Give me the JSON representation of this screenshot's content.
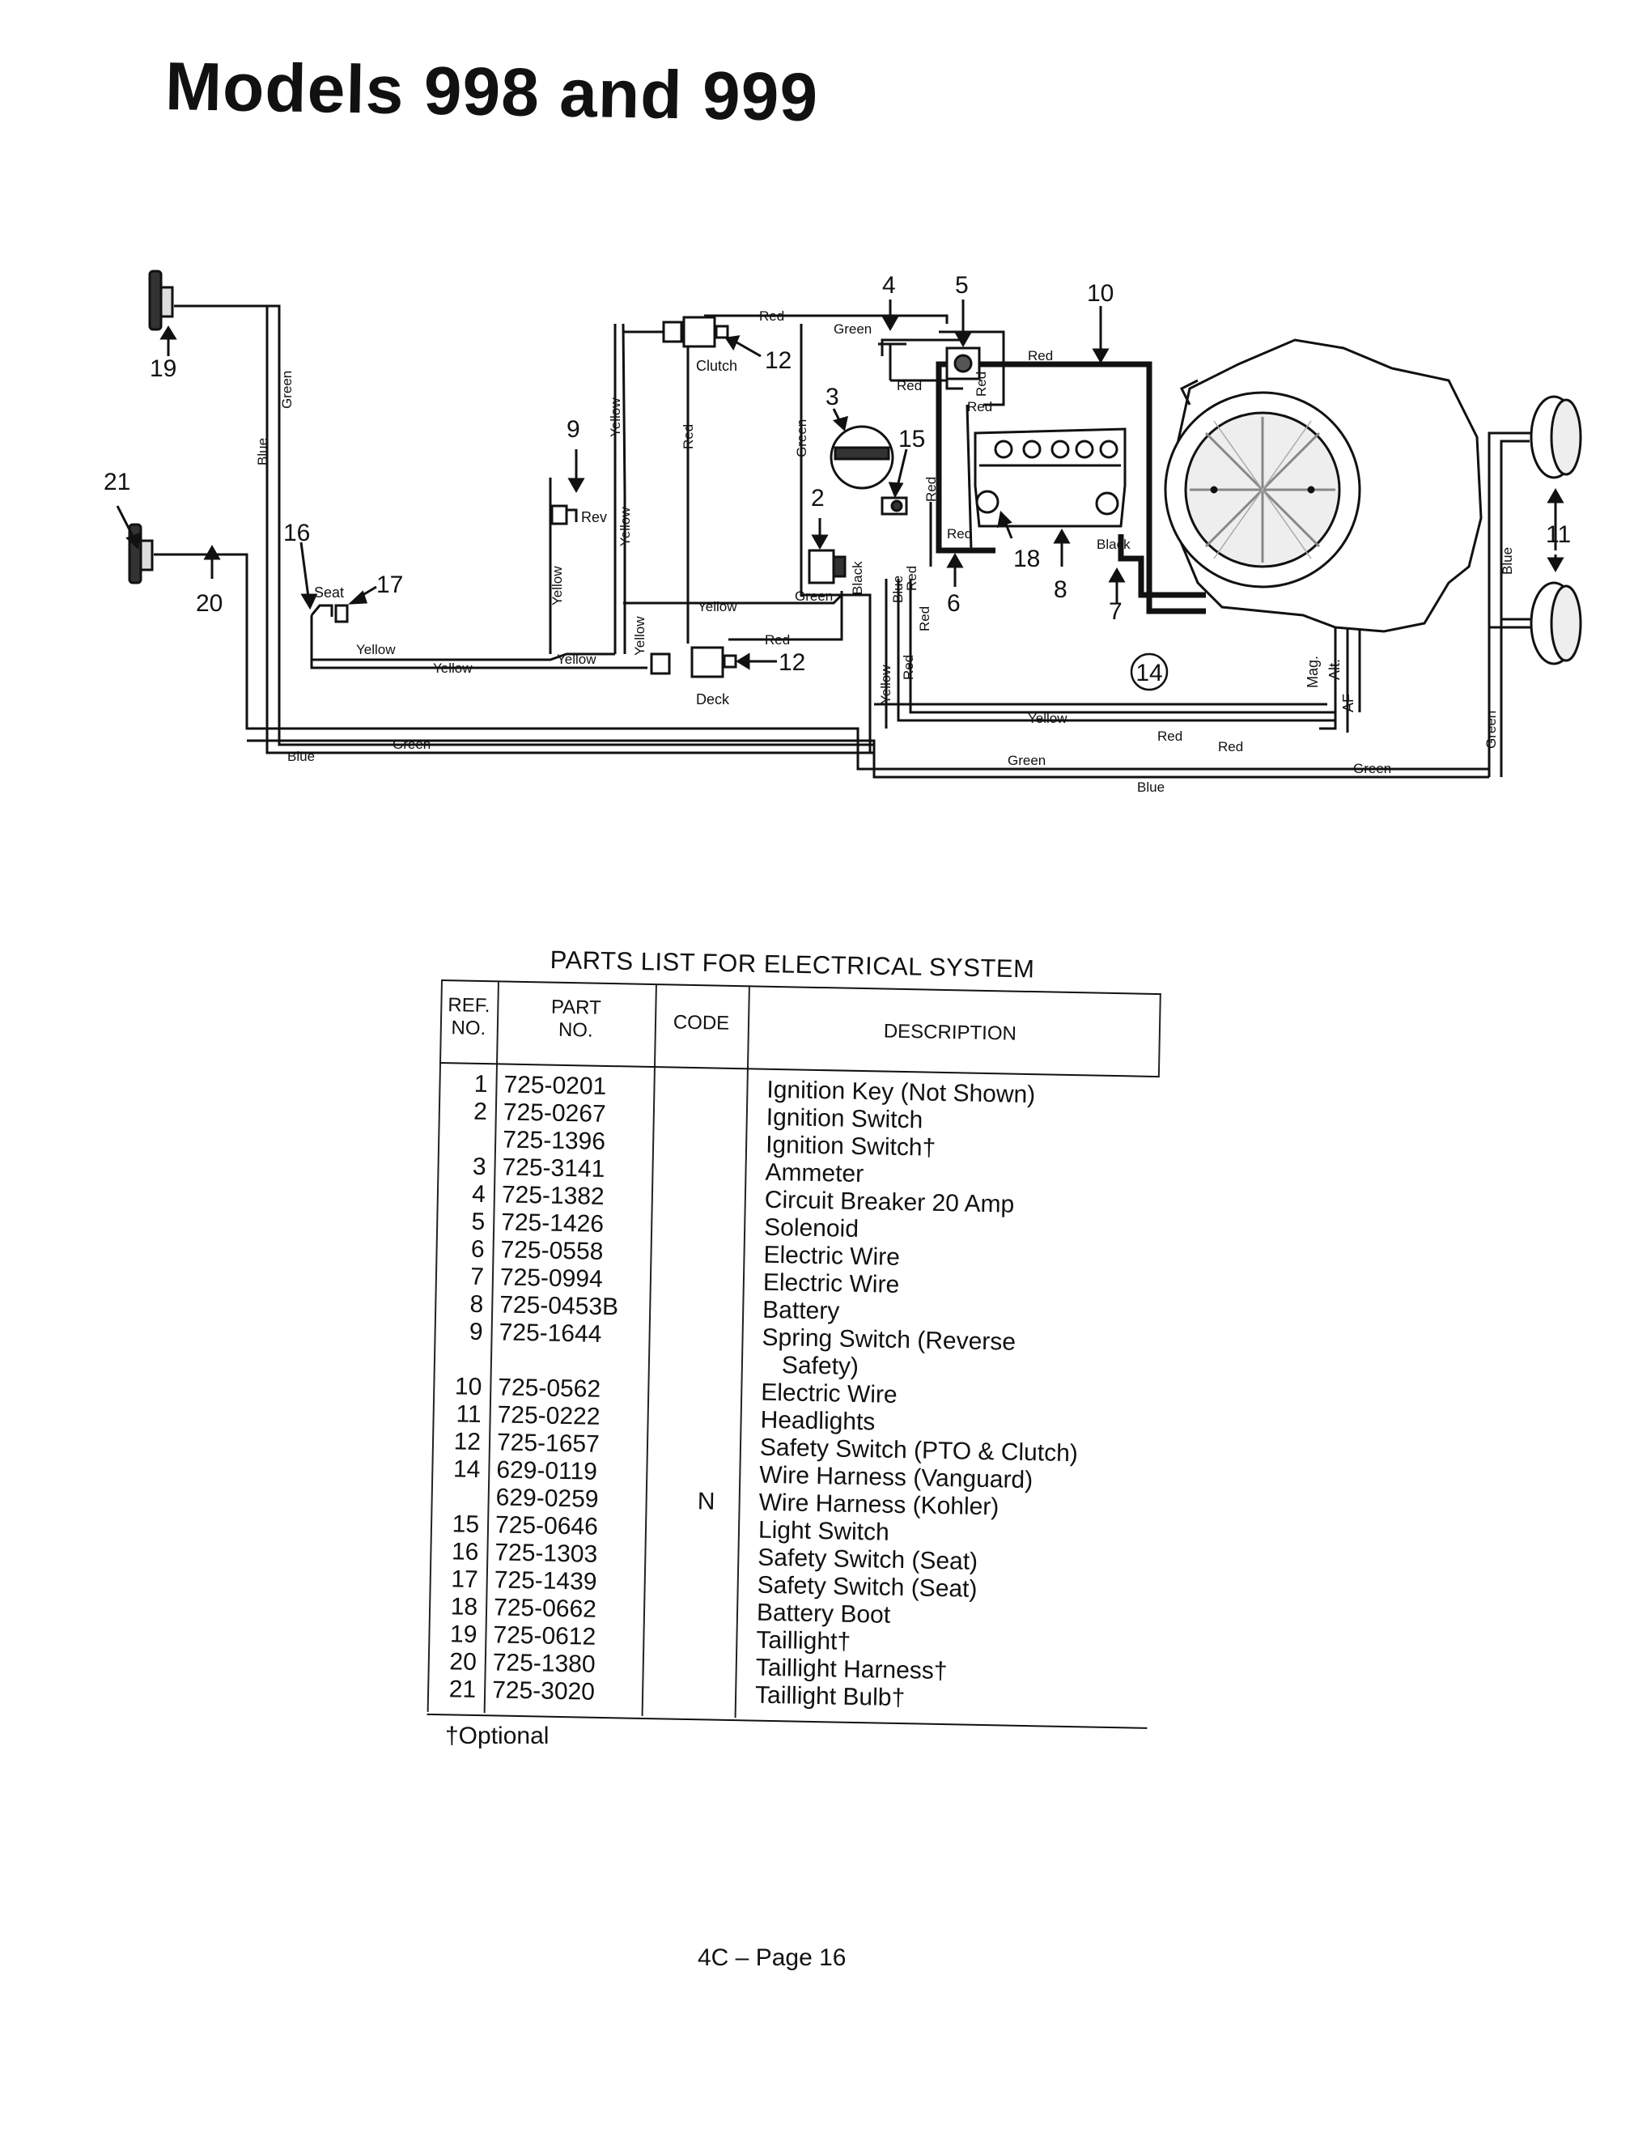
{
  "page": {
    "title": "Models 998 and 999",
    "footer": "4C – Page 16",
    "optional_note": "†Optional"
  },
  "diagram": {
    "callouts": {
      "n19": "19",
      "n21": "21",
      "n20": "20",
      "n16": "16",
      "n17": "17",
      "n9": "9",
      "n12a": "12",
      "n12b": "12",
      "n3": "3",
      "n15": "15",
      "n2": "2",
      "n4": "4",
      "n5": "5",
      "n10": "10",
      "n6": "6",
      "n18": "18",
      "n8": "8",
      "n7": "7",
      "n11": "11",
      "n14": "14"
    },
    "components": {
      "clutch": "Clutch",
      "deck": "Deck",
      "seat": "Seat",
      "rev": "Rev",
      "mag": "Mag.",
      "alt": "Alt.",
      "af": "AF"
    },
    "wires": {
      "red": "Red",
      "green": "Green",
      "blue": "Blue",
      "yellow": "Yellow",
      "black": "Black"
    }
  },
  "parts_list": {
    "title": "PARTS LIST FOR ELECTRICAL SYSTEM",
    "headers": {
      "ref": "REF.\nNO.",
      "part": "PART\nNO.",
      "code": "CODE",
      "desc": "DESCRIPTION"
    },
    "rows": [
      {
        "ref": "1",
        "part": "725-0201",
        "code": "",
        "desc": "Ignition Key (Not Shown)"
      },
      {
        "ref": "2",
        "part": "725-0267",
        "code": "",
        "desc": "Ignition Switch"
      },
      {
        "ref": "",
        "part": "725-1396",
        "code": "",
        "desc": "Ignition Switch†"
      },
      {
        "ref": "3",
        "part": "725-3141",
        "code": "",
        "desc": "Ammeter"
      },
      {
        "ref": "4",
        "part": "725-1382",
        "code": "",
        "desc": "Circuit Breaker 20 Amp"
      },
      {
        "ref": "5",
        "part": "725-1426",
        "code": "",
        "desc": "Solenoid"
      },
      {
        "ref": "6",
        "part": "725-0558",
        "code": "",
        "desc": "Electric Wire"
      },
      {
        "ref": "7",
        "part": "725-0994",
        "code": "",
        "desc": "Electric Wire"
      },
      {
        "ref": "8",
        "part": "725-0453B",
        "code": "",
        "desc": "Battery"
      },
      {
        "ref": "9",
        "part": "725-1644",
        "code": "",
        "desc": "Spring Switch (Reverse"
      },
      {
        "ref": "",
        "part": "",
        "code": "",
        "desc": "   Safety)"
      },
      {
        "ref": "10",
        "part": "725-0562",
        "code": "",
        "desc": "Electric Wire"
      },
      {
        "ref": "11",
        "part": "725-0222",
        "code": "",
        "desc": "Headlights"
      },
      {
        "ref": "12",
        "part": "725-1657",
        "code": "",
        "desc": "Safety Switch (PTO & Clutch)"
      },
      {
        "ref": "14",
        "part": "629-0119",
        "code": "",
        "desc": "Wire Harness (Vanguard)"
      },
      {
        "ref": "",
        "part": "629-0259",
        "code": "N",
        "desc": "Wire Harness (Kohler)"
      },
      {
        "ref": "15",
        "part": "725-0646",
        "code": "",
        "desc": "Light Switch"
      },
      {
        "ref": "16",
        "part": "725-1303",
        "code": "",
        "desc": "Safety Switch (Seat)"
      },
      {
        "ref": "17",
        "part": "725-1439",
        "code": "",
        "desc": "Safety Switch (Seat)"
      },
      {
        "ref": "18",
        "part": "725-0662",
        "code": "",
        "desc": "Battery Boot"
      },
      {
        "ref": "19",
        "part": "725-0612",
        "code": "",
        "desc": "Taillight†"
      },
      {
        "ref": "20",
        "part": "725-1380",
        "code": "",
        "desc": "Taillight Harness†"
      },
      {
        "ref": "21",
        "part": "725-3020",
        "code": "",
        "desc": "Taillight Bulb†"
      }
    ]
  }
}
